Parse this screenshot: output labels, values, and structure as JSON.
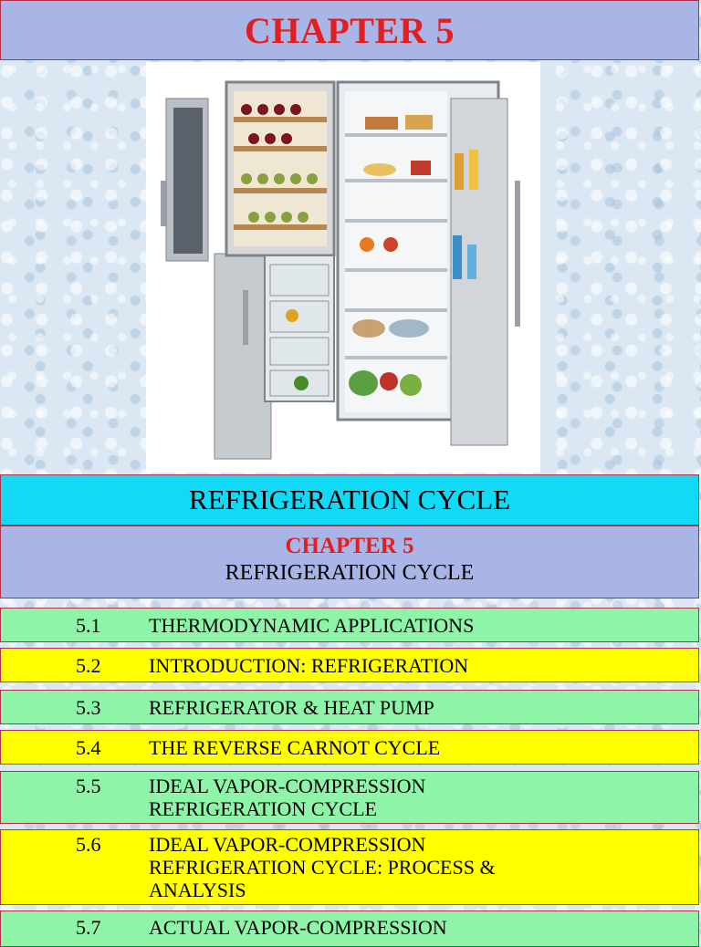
{
  "header": {
    "title": "CHAPTER 5"
  },
  "photo": {
    "alt": "refrigerator-photo"
  },
  "subtitle": "REFRIGERATION CYCLE",
  "chapter_box": {
    "chapter": "CHAPTER 5",
    "name": "REFRIGERATION CYCLE"
  },
  "toc": [
    {
      "num": "5.1",
      "lines": [
        "THERMODYNAMIC APPLICATIONS"
      ],
      "color": "#8ef5a8"
    },
    {
      "num": "5.2",
      "lines": [
        "INTRODUCTION: REFRIGERATION"
      ],
      "color": "#ffff00"
    },
    {
      "num": "5.3",
      "lines": [
        "REFRIGERATOR & HEAT PUMP"
      ],
      "color": "#8ef5a8"
    },
    {
      "num": "5.4",
      "lines": [
        "THE REVERSE CARNOT CYCLE"
      ],
      "color": "#ffff00"
    },
    {
      "num": "5.5",
      "lines": [
        "IDEAL VAPOR-COMPRESSION",
        "REFRIGERATION CYCLE"
      ],
      "color": "#8ef5a8"
    },
    {
      "num": "5.6",
      "lines": [
        "IDEAL VAPOR-COMPRESSION",
        "REFRIGERATION CYCLE:  PROCESS &",
        "ANALYSIS"
      ],
      "color": "#ffff00"
    },
    {
      "num": "5.7",
      "lines": [
        "ACTUAL VAPOR-COMPRESSION"
      ],
      "color": "#8ef5a8"
    }
  ]
}
